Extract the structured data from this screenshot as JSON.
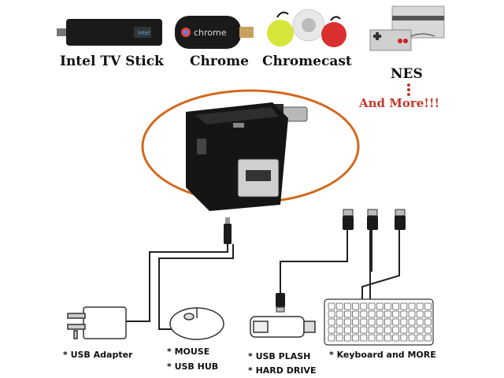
{
  "top_devices": [
    {
      "label": "Intel TV Stick"
    },
    {
      "label": "Chrome"
    },
    {
      "label": "Chromecast"
    },
    {
      "label": "NES"
    }
  ],
  "more_label": "And More!!!",
  "chrome_dongle_text": "chrome",
  "bottom_devices": [
    {
      "label": "* USB Adapter"
    },
    {
      "label": "* MOUSE"
    },
    {
      "label": "* USB HUB"
    },
    {
      "label": "* USB PLASH"
    },
    {
      "label": "* HARD DRIVE"
    },
    {
      "label": "* Keyboard and MORE"
    }
  ],
  "colors": {
    "accent_orange": "#d2691e",
    "more_red": "#c0392b",
    "cable": "#222222"
  }
}
